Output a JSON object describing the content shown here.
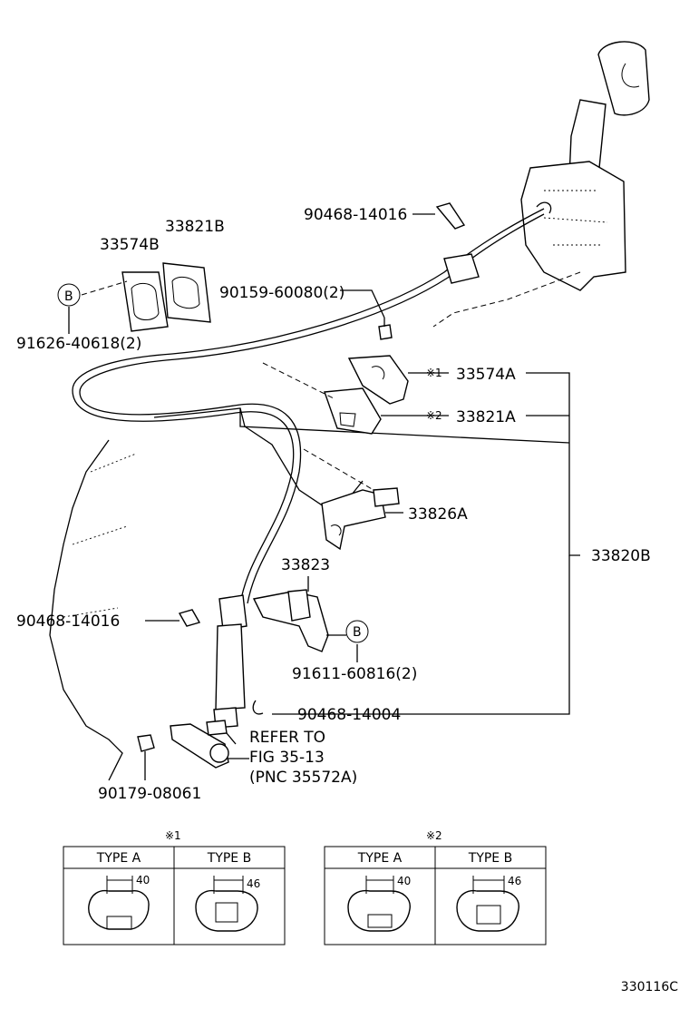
{
  "parts": {
    "p90468_14016_top": "90468-14016",
    "p33574B": "33574B",
    "p33821B": "33821B",
    "p90159_60080": "90159-60080(2)",
    "p91626_40618": "91626-40618(2)",
    "p33574A": "33574A",
    "p33821A": "33821A",
    "p33826A": "33826A",
    "p33823": "33823",
    "p33820B": "33820B",
    "p90468_14016_mid": "90468-14016",
    "p91611_60816": "91611-60816(2)",
    "p90468_14004": "90468-14004",
    "p90179_08061": "90179-08061",
    "refer_line1": "REFER TO",
    "refer_line2": "FIG 35-13",
    "refer_line3": "(PNC 35572A)"
  },
  "markers": {
    "b_top": "B",
    "b_mid": "B",
    "note1": "※1",
    "note2": "※2"
  },
  "legend_tables": [
    {
      "note": "※1",
      "columns": [
        {
          "header": "TYPE A",
          "dimension": "40"
        },
        {
          "header": "TYPE B",
          "dimension": "46"
        }
      ]
    },
    {
      "note": "※2",
      "columns": [
        {
          "header": "TYPE A",
          "dimension": "40"
        },
        {
          "header": "TYPE B",
          "dimension": "46"
        }
      ]
    }
  ],
  "figure_code": "330116C"
}
